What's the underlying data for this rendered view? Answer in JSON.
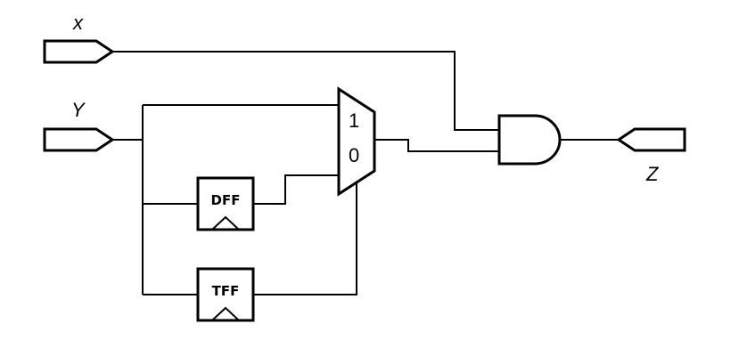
{
  "inputs": {
    "x_label": "x",
    "y_label": "Y"
  },
  "output": {
    "z_label": "Z"
  },
  "mux": {
    "input1_label": "1",
    "input0_label": "0"
  },
  "dff": {
    "label": "DFF"
  },
  "tff": {
    "label": "TFF"
  }
}
